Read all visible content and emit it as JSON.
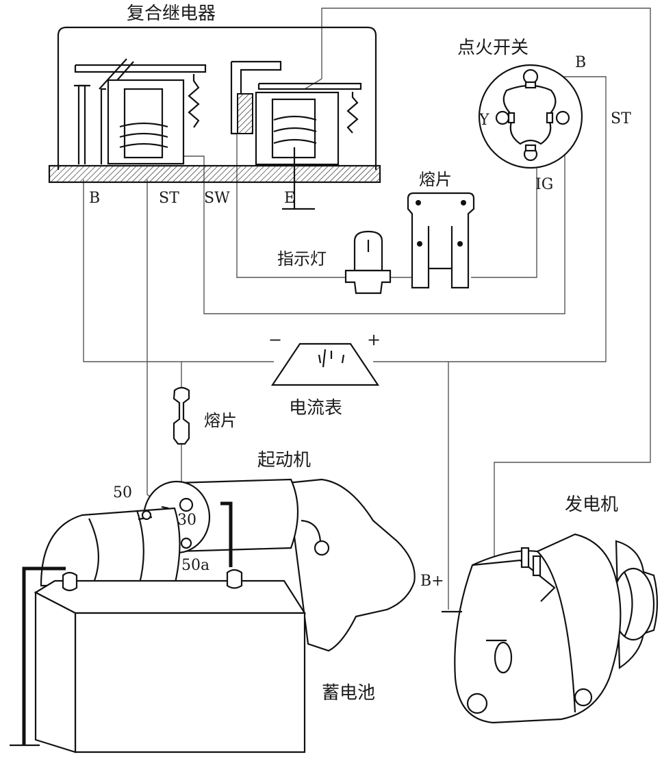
{
  "labels": {
    "relay": "复合继电器",
    "ignition_switch": "点火开关",
    "fuse_top": "熔片",
    "indicator_lamp": "指示灯",
    "ammeter": "电流表",
    "fuse_mid": "熔片",
    "starter": "起动机",
    "generator": "发电机",
    "battery": "蓄电池"
  },
  "terminals": {
    "relay_b": "B",
    "relay_st": "ST",
    "relay_sw": "SW",
    "relay_e": "E",
    "switch_b": "B",
    "switch_st": "ST",
    "switch_ig": "IG",
    "switch_y": "Y",
    "ammeter_minus": "−",
    "ammeter_plus": "+",
    "starter_50": "50",
    "starter_30": "30",
    "starter_50a": "50a",
    "generator_bplus": "B+"
  }
}
